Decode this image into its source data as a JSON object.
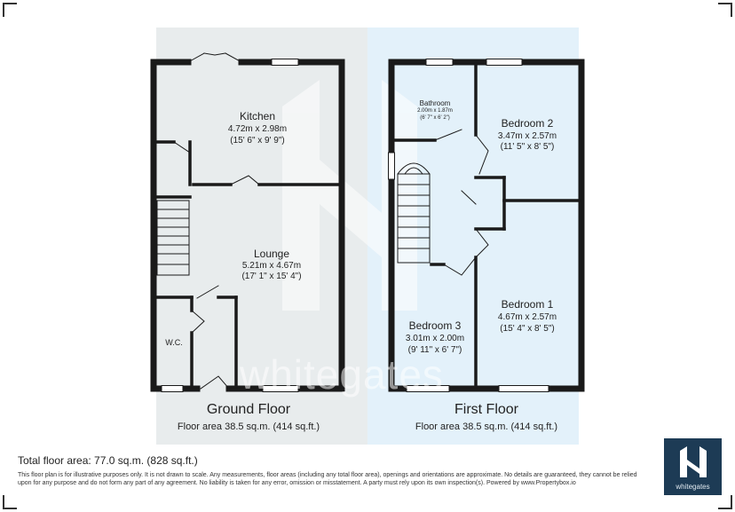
{
  "ground_floor": {
    "title": "Ground Floor",
    "area": "Floor area 38.5 sq.m. (414 sq.ft.)",
    "rooms": {
      "kitchen": {
        "name": "Kitchen",
        "dim_m": "4.72m x 2.98m",
        "dim_ft": "(15' 6\" x 9' 9\")"
      },
      "lounge": {
        "name": "Lounge",
        "dim_m": "5.21m x 4.67m",
        "dim_ft": "(17' 1\" x 15' 4\")"
      },
      "wc": {
        "name": "W.C."
      }
    }
  },
  "first_floor": {
    "title": "First Floor",
    "area": "Floor area 38.5 sq.m. (414 sq.ft.)",
    "rooms": {
      "bathroom": {
        "name": "Bathroom",
        "dim_m": "2.00m x 1.87m",
        "dim_ft": "(6' 7\" x 6' 2\")"
      },
      "bedroom2": {
        "name": "Bedroom 2",
        "dim_m": "3.47m x 2.57m",
        "dim_ft": "(11' 5\" x 8' 5\")"
      },
      "bedroom1": {
        "name": "Bedroom 1",
        "dim_m": "4.67m x 2.57m",
        "dim_ft": "(15' 4\" x 8' 5\")"
      },
      "bedroom3": {
        "name": "Bedroom 3",
        "dim_m": "3.01m x 2.00m",
        "dim_ft": "(9' 11\" x 6' 7\")"
      }
    }
  },
  "total_area": "Total floor area: 77.0 sq.m. (828 sq.ft.)",
  "disclaimer": "This floor plan is for illustrative purposes only. It is not drawn to scale. Any measurements, floor areas (including any total floor area), openings and orientations are approximate. No details are guaranteed, they cannot be relied upon for any purpose and do not form any part of any agreement. No liability is taken for any error, omission or misstatement. A party must rely upon its own inspection(s). Powered by www.Propertybox.io",
  "watermark": "whitegates",
  "logo": {
    "text": "whitegates",
    "color": "#1d3b55"
  },
  "colors": {
    "ground_panel": "#e8eced",
    "first_panel": "#e3f1fa",
    "wall": "#1a1a1a"
  }
}
